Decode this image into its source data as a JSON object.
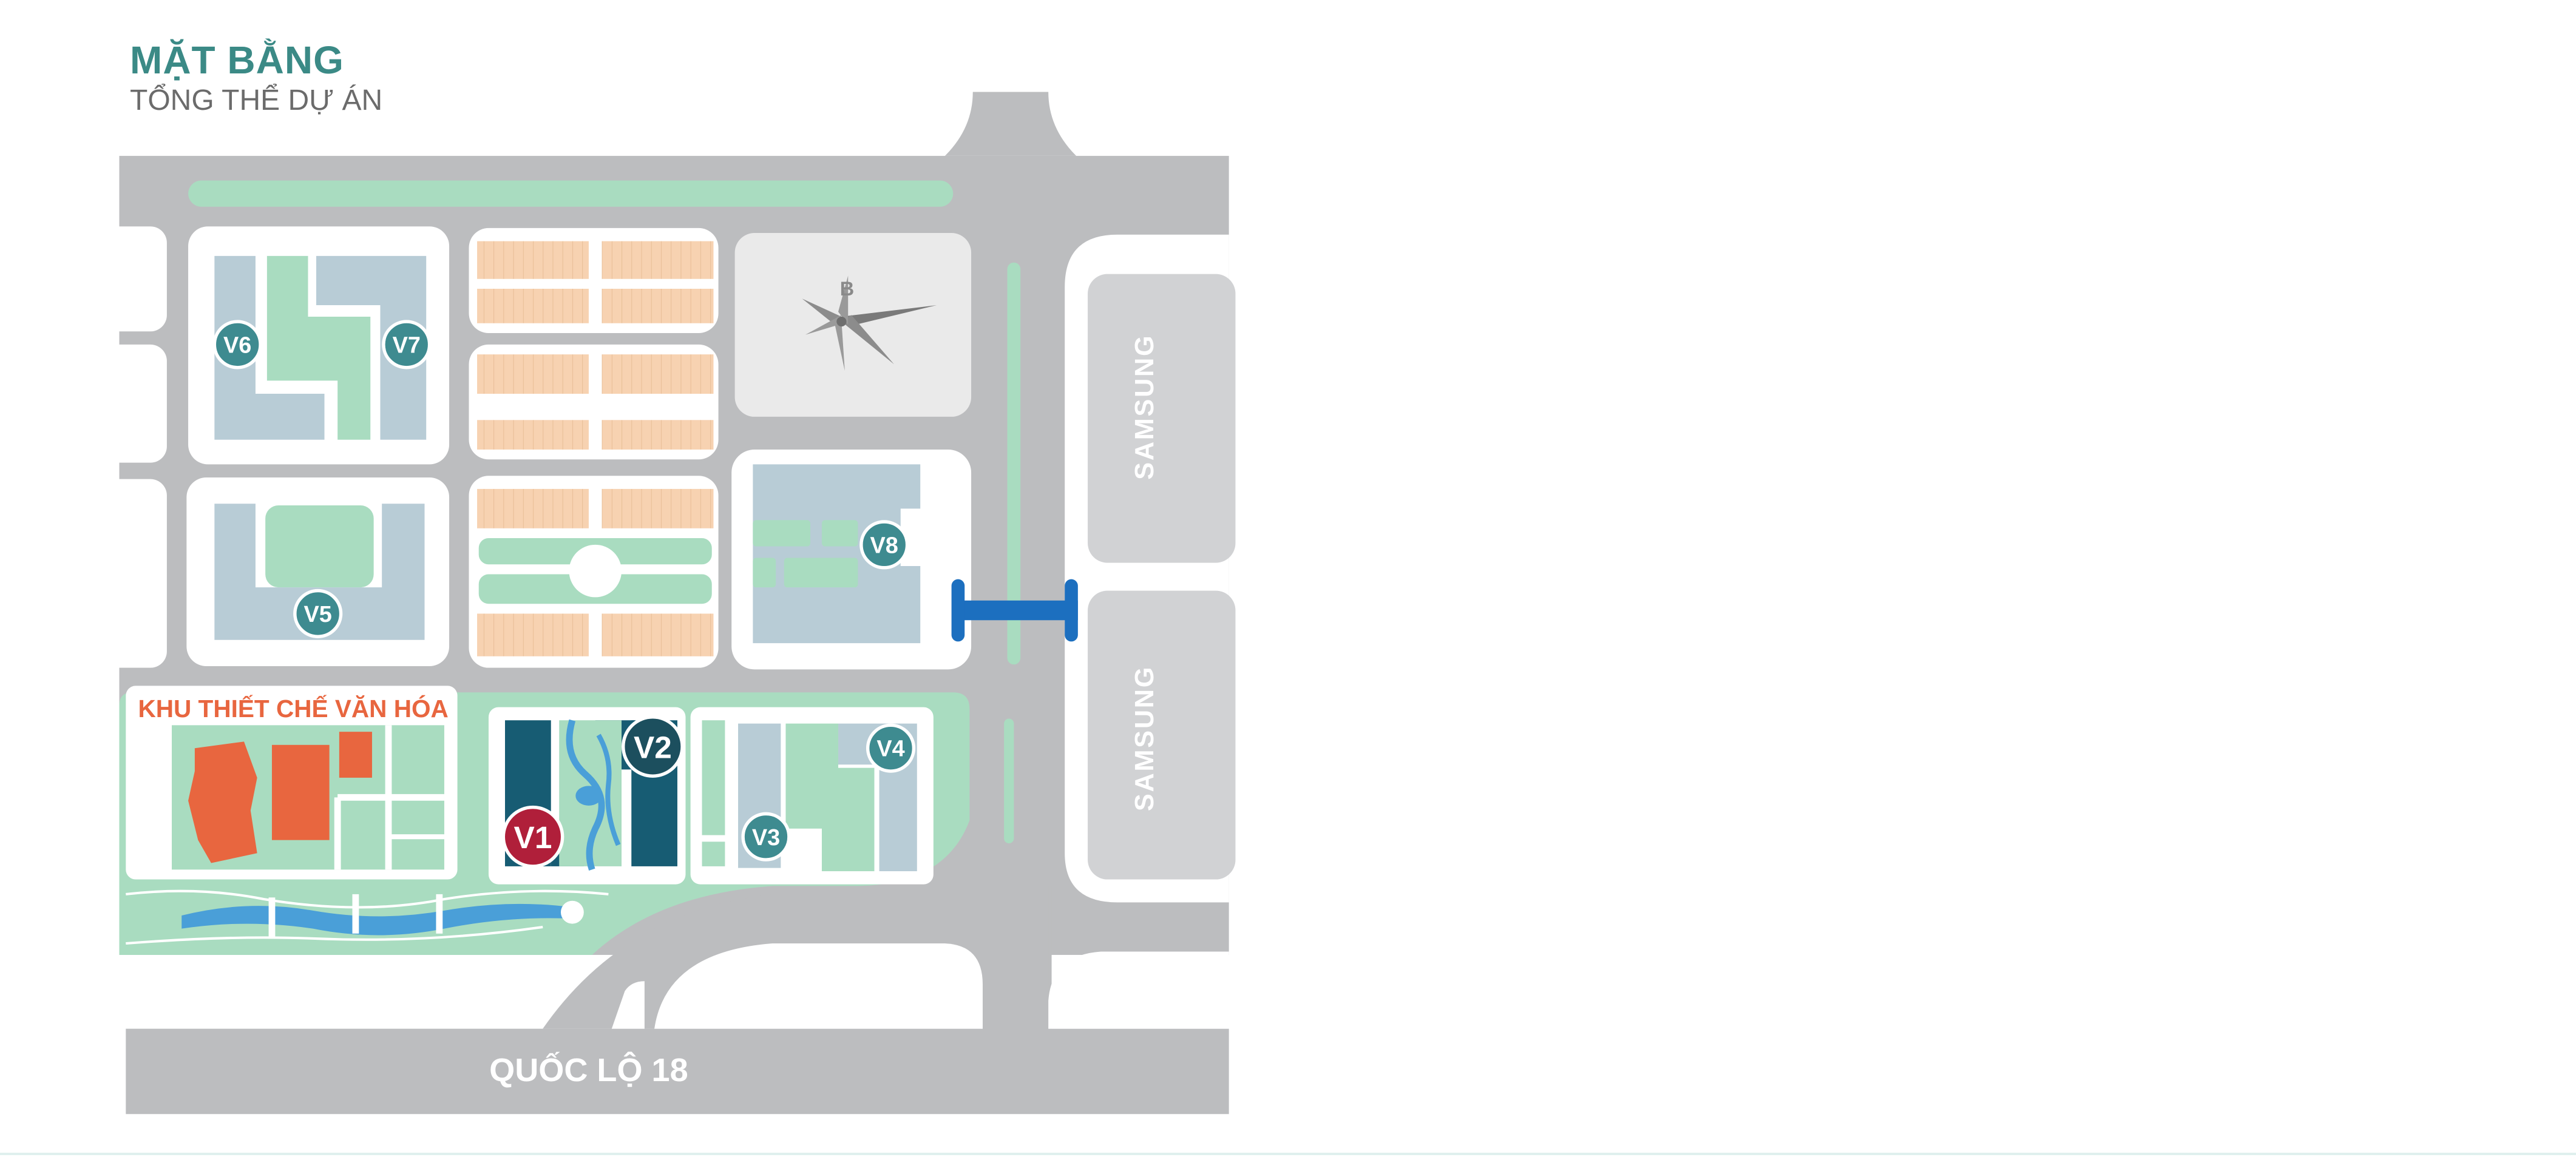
{
  "header": {
    "title": "MẶT BẰNG",
    "subtitle": "TỔNG THỂ DỰ ÁN"
  },
  "map": {
    "road_label": "QUỐC LỘ 18",
    "samsung_top": "SAMSUNG",
    "samsung_bottom": "SAMSUNG",
    "culture_zone": "KHU THIẾT CHẾ VĂN HÓA",
    "compass_letter": "B",
    "markers": {
      "v1": "V1",
      "v2": "V2",
      "v3": "V3",
      "v4": "V4",
      "v5": "V5",
      "v6": "V6",
      "v7": "V7",
      "v8": "V8"
    }
  },
  "colors": {
    "brand_teal": "#3b8a86",
    "road_gray": "#bcbdbf",
    "block_white": "#ffffff",
    "green_space": "#a9dcc0",
    "building_blue": "#b8ccd6",
    "townhouse_peach": "#f7d2b1",
    "dark_teal_building": "#175c73",
    "culture_orange": "#e8663f",
    "water_blue": "#4a9fd8",
    "bridge_blue": "#1c6fbf",
    "marker_teal": "#3e8b90",
    "marker_dark": "#1c4f5e",
    "marker_red": "#b01f3a"
  }
}
